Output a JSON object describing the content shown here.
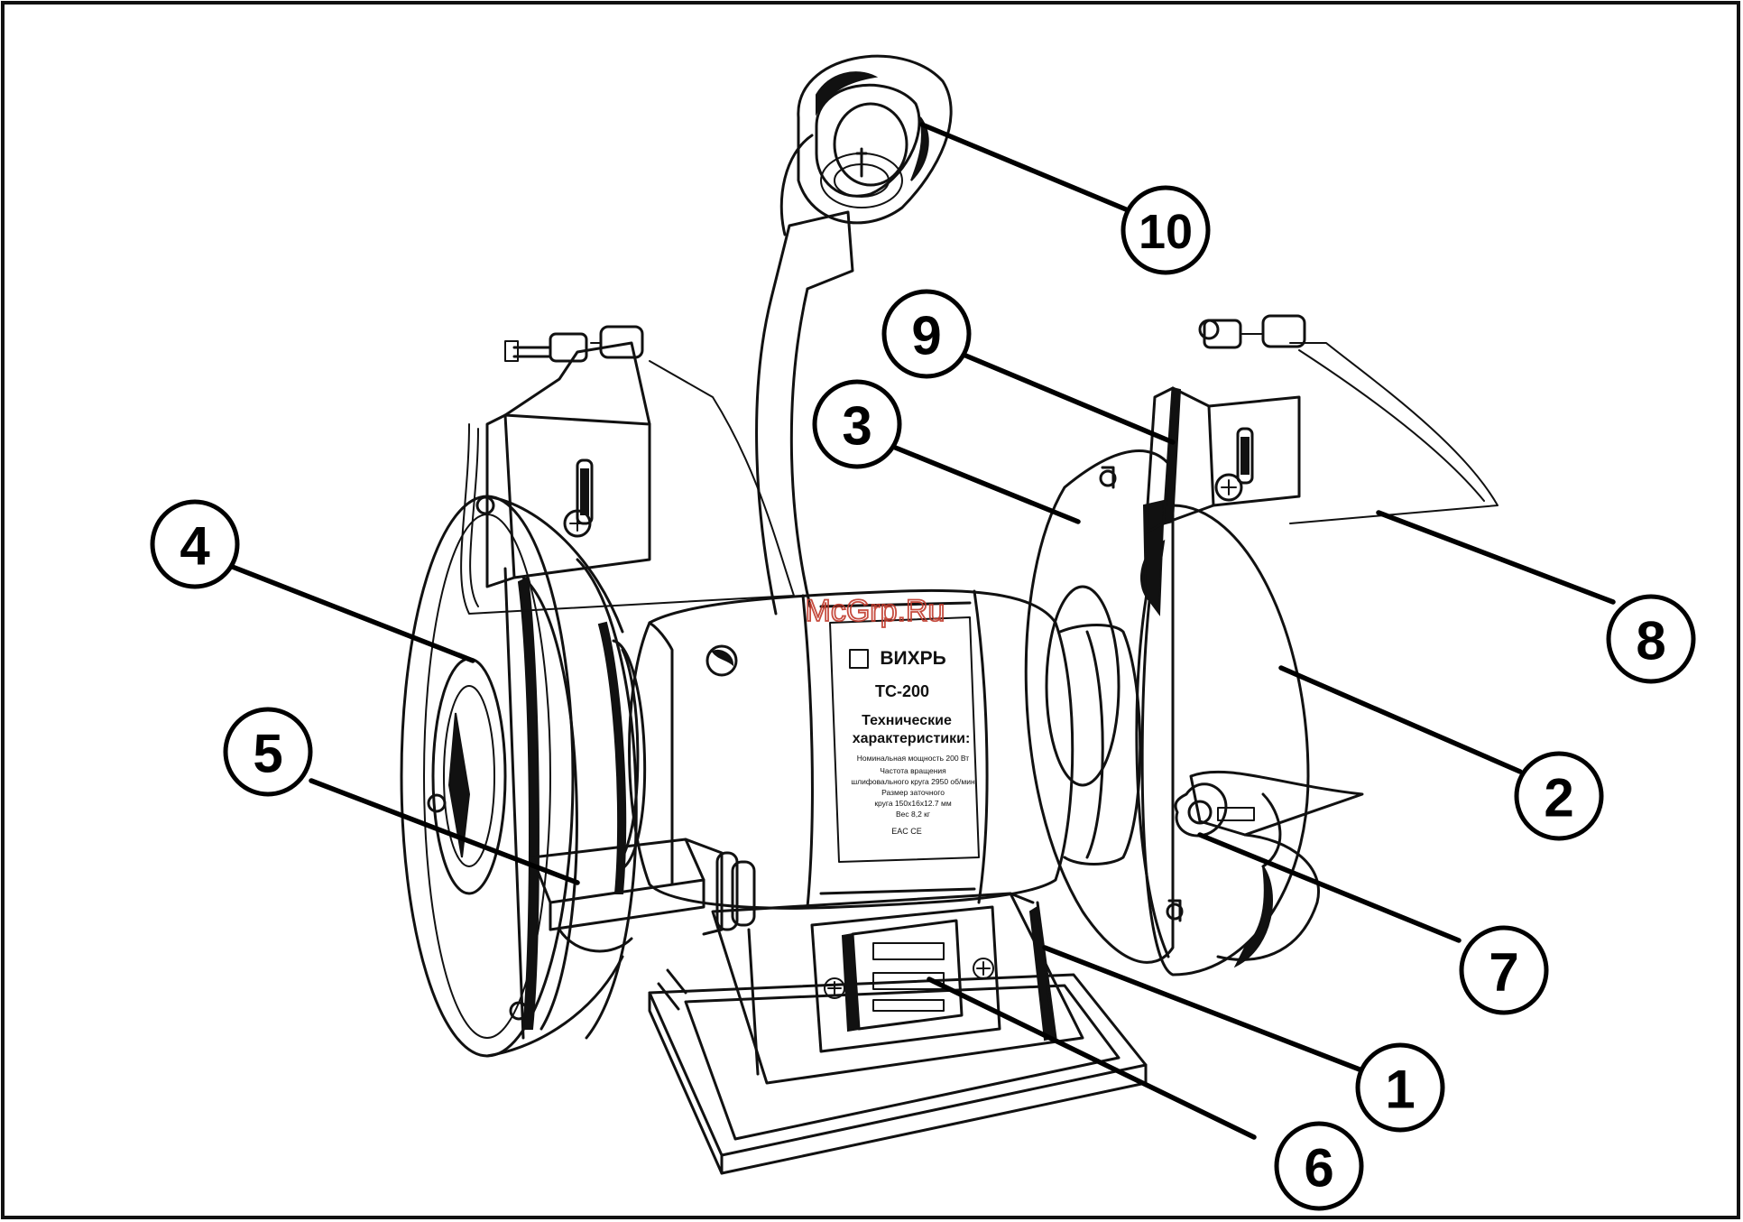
{
  "watermark": "McGrp.Ru",
  "nameplate": {
    "brand": "ВИХРЬ",
    "model": "ТС-200",
    "heading_line1": "Технические",
    "heading_line2": "характеристики:",
    "rows": [
      "Номинальная мощность 200 Вт",
      "Частота вращения",
      "шлифовального круга 2950 об/мин",
      "Размер заточного",
      "круга 150х16х12.7 мм",
      "Вес 8,2 кг"
    ],
    "marks": "EAC CE"
  },
  "callouts": [
    {
      "label": "1"
    },
    {
      "label": "2"
    },
    {
      "label": "3"
    },
    {
      "label": "4"
    },
    {
      "label": "5"
    },
    {
      "label": "6"
    },
    {
      "label": "7"
    },
    {
      "label": "8"
    },
    {
      "label": "9"
    },
    {
      "label": "10"
    }
  ],
  "colors": {
    "ink": "#111111",
    "watermark": "#c0392b",
    "frame": "#111111"
  }
}
